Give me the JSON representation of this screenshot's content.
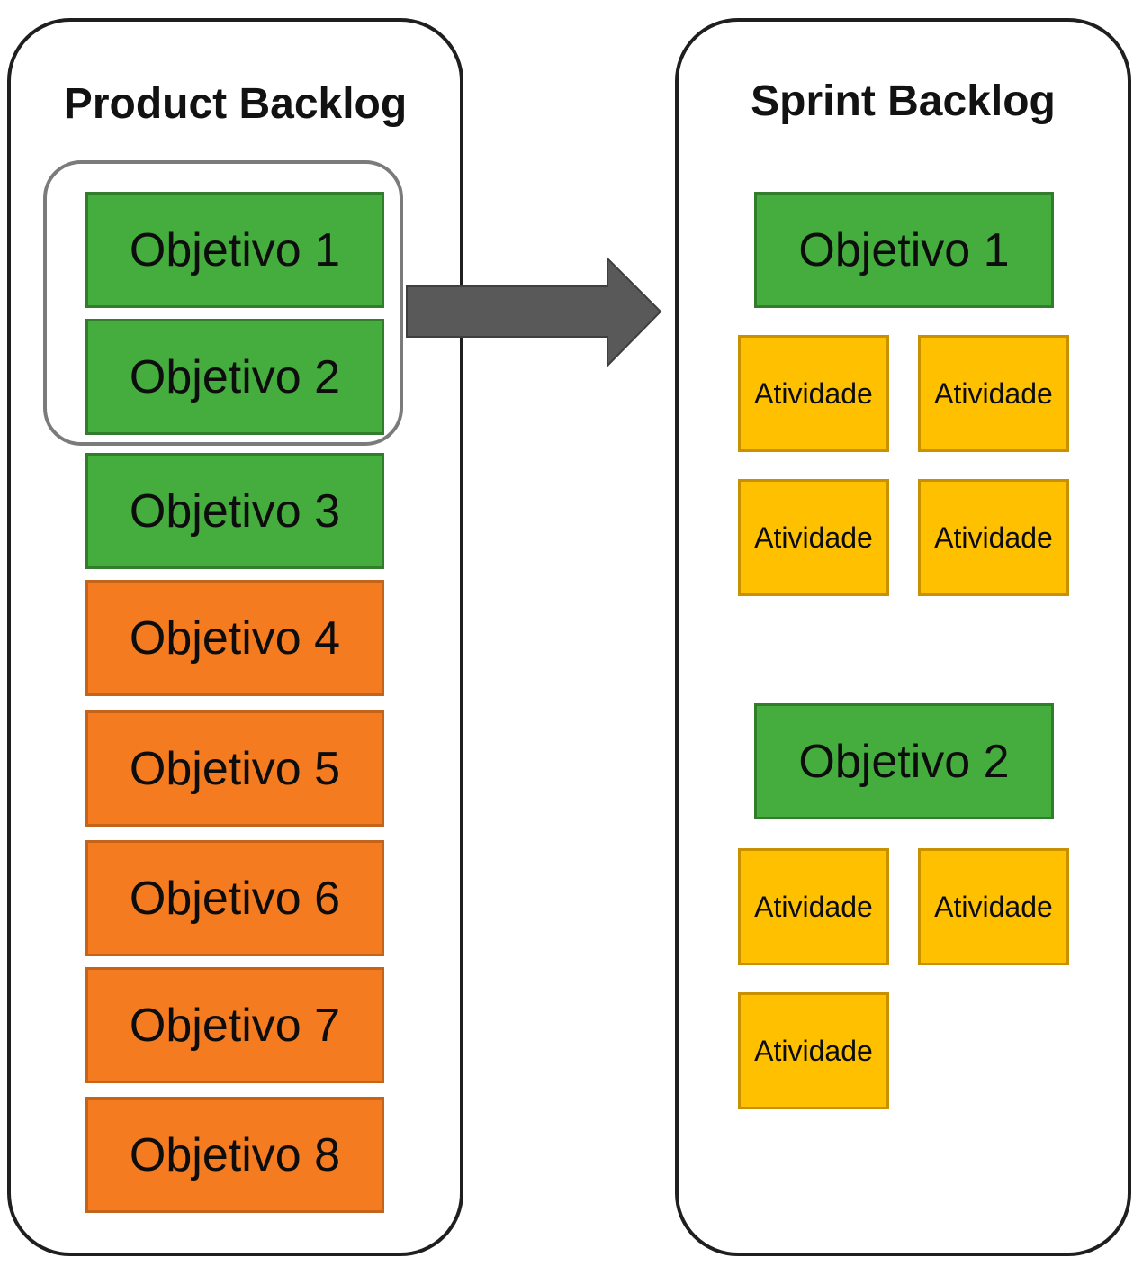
{
  "product_backlog": {
    "title": "Product Backlog",
    "items": [
      {
        "label": "Objetivo 1",
        "color": "green"
      },
      {
        "label": "Objetivo 2",
        "color": "green"
      },
      {
        "label": "Objetivo 3",
        "color": "green"
      },
      {
        "label": "Objetivo 4",
        "color": "orange"
      },
      {
        "label": "Objetivo 5",
        "color": "orange"
      },
      {
        "label": "Objetivo 6",
        "color": "orange"
      },
      {
        "label": "Objetivo 7",
        "color": "orange"
      },
      {
        "label": "Objetivo 8",
        "color": "orange"
      }
    ],
    "selected_group": [
      "Objetivo 1",
      "Objetivo 2"
    ]
  },
  "sprint_backlog": {
    "title": "Sprint Backlog",
    "groups": [
      {
        "objective": {
          "label": "Objetivo 1"
        },
        "activities": [
          {
            "label": "Atividade"
          },
          {
            "label": "Atividade"
          },
          {
            "label": "Atividade"
          },
          {
            "label": "Atividade"
          }
        ]
      },
      {
        "objective": {
          "label": "Objetivo 2"
        },
        "activities": [
          {
            "label": "Atividade"
          },
          {
            "label": "Atividade"
          },
          {
            "label": "Atividade"
          }
        ]
      }
    ]
  },
  "arrow": {
    "direction": "left-to-right"
  },
  "colors": {
    "green-fill": "#45AC3E",
    "green-border": "#327D2B",
    "orange-fill": "#F47B20",
    "orange-border": "#C4641A",
    "yellow-fill": "#FFC000",
    "yellow-border": "#C79100",
    "panel-border": "#1F1F1F",
    "group-border": "#7B7B7B",
    "arrow-fill": "#595959",
    "arrow-stroke": "#3F3F3F",
    "text": "#111111"
  }
}
